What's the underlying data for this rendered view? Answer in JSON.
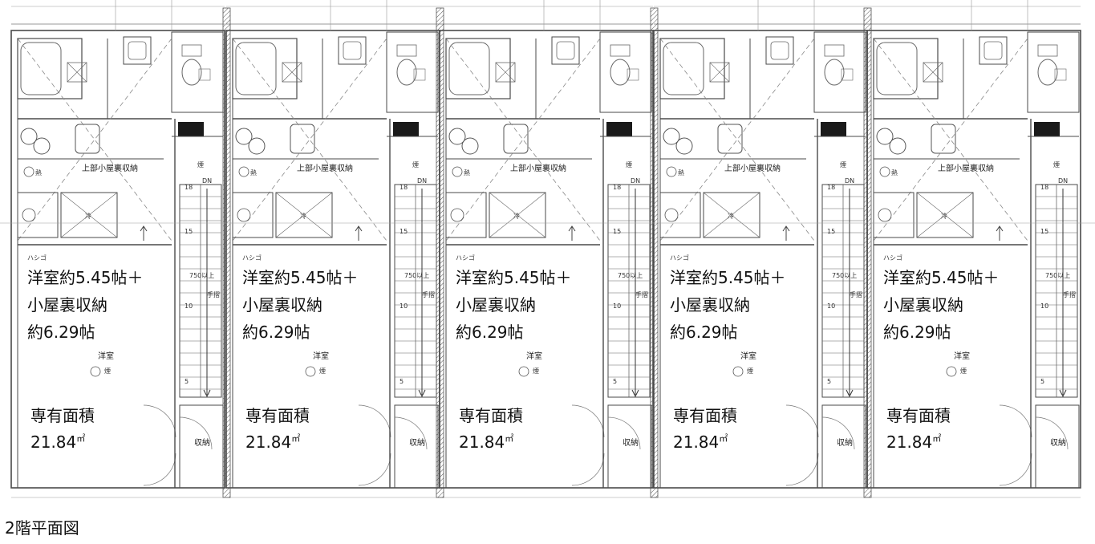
{
  "drawing": {
    "caption": "2階平面図",
    "unit_count": 5,
    "unit_labels": {
      "loft_note": "上部小屋裏収納",
      "ladder": "ハシゴ",
      "room": "洋室",
      "closet": "収納",
      "stair_dn": "DN",
      "stair_width": "750以上",
      "handrail": "手摺",
      "fridge": "冷",
      "heat_mark": "熱",
      "smoke_mark": "煙",
      "room_desc_line1": "洋室約5.45帖＋",
      "room_desc_line2": "小屋裏収納",
      "room_desc_line3": "約6.29帖",
      "area_label": "専有面積",
      "area_value": "21.84",
      "area_unit": "㎡"
    },
    "step_numbers": [
      "18",
      "15",
      "10",
      "5"
    ],
    "line_color": "#4a4a4a",
    "hatch_color": "#555555"
  }
}
